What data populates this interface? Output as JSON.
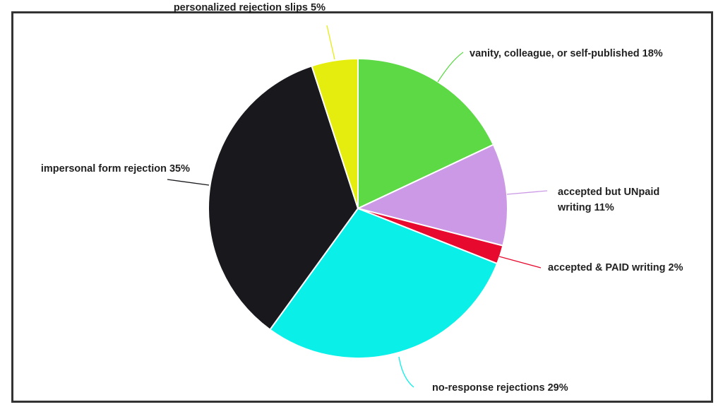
{
  "chart_data": {
    "type": "pie",
    "title": "",
    "start": "top",
    "direction": "clockwise",
    "slices": [
      {
        "label": "vanity, colleague, or self-published 18%",
        "value": 18,
        "color": "#5cd945"
      },
      {
        "label": "accepted but UNpaid",
        "label2": "writing 11%",
        "value": 11,
        "color": "#cc99e6"
      },
      {
        "label": "accepted & PAID writing 2%",
        "value": 2,
        "color": "#e8092e"
      },
      {
        "label": "no-response rejections 29%",
        "value": 29,
        "color": "#0af0e8"
      },
      {
        "label": "impersonal form rejection 35%",
        "value": 35,
        "color": "#18181d"
      },
      {
        "label": "personalized rejection slips 5%",
        "value": 5,
        "color": "#e5ed0e"
      }
    ]
  }
}
